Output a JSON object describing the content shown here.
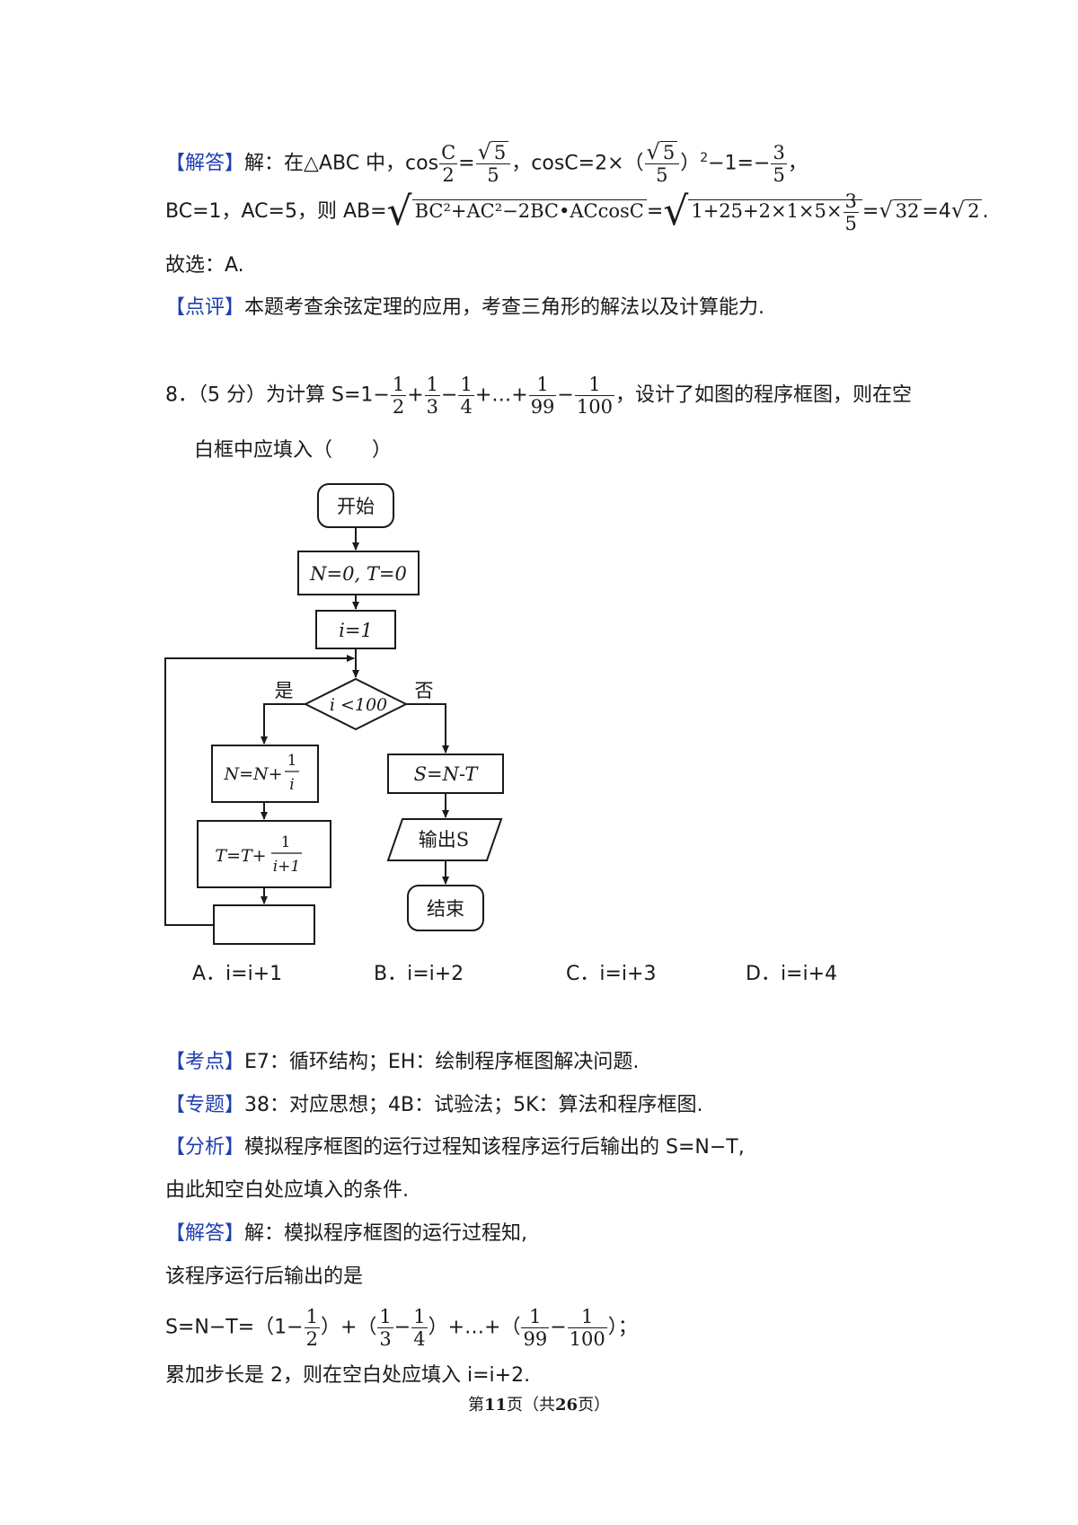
{
  "solution_prev": {
    "tag": "【解答】",
    "line1_a": "解：在△ABC 中，cos",
    "f1_num": "C",
    "f1_den": "2",
    "eq": "=",
    "sqrt5": "5",
    "f2_den": "5",
    "line1_b": "，cosC=2×（",
    "f3_den": "5",
    "line1_c": "）",
    "sq": "2",
    "line1_d": "−1=−",
    "f4_num": "3",
    "f4_den": "5",
    "line1_e": "，",
    "line2_a": "BC=1，AC=5，则 AB=",
    "rad1": "BC²+AC²−2BC•ACcosC",
    "eq2": "=",
    "rad2_a": "1+25+2×1×5×",
    "f5_num": "3",
    "f5_den": "5",
    "eq3": "=",
    "rad3": "32",
    "line2_b": "=4",
    "rad4": "2",
    "period": ".",
    "line3": "故选：A."
  },
  "comment_prev": {
    "tag": "【点评】",
    "text": "本题考查余弦定理的应用，考查三角形的解法以及计算能力."
  },
  "question8": {
    "text_a": "8．（5 分）为计算 S=1−",
    "f1": [
      "1",
      "2"
    ],
    "plus1": "+",
    "f2": [
      "1",
      "3"
    ],
    "minus1": "−",
    "f3": [
      "1",
      "4"
    ],
    "mid": "+…+",
    "f4": [
      "1",
      "99"
    ],
    "minus2": "−",
    "f5": [
      "1",
      "100"
    ],
    "text_b": "，设计了如图的程序框图，则在空",
    "text_c": "白框中应填入（　　）"
  },
  "flowchart": {
    "start": "开始",
    "init1": "N=0, T=0",
    "init2": "i=1",
    "cond": "i <100",
    "yes": "是",
    "no": "否",
    "stepN_a": "N=N+",
    "stepN_num": "1",
    "stepN_den": "i",
    "stepT_a": "T=T+",
    "stepT_num": "1",
    "stepT_den": "i+1",
    "assign": "S=N-T",
    "output": "输出S",
    "end": "结束"
  },
  "options": {
    "A": "A．i=i+1",
    "B": "B．i=i+2",
    "C": "C．i=i+3",
    "D": "D．i=i+4"
  },
  "kaodian": {
    "tag": "【考点】",
    "text": "E7：循环结构；EH：绘制程序框图解决问题."
  },
  "zhuanti": {
    "tag": "【专题】",
    "text": "38：对应思想；4B：试验法；5K：算法和程序框图."
  },
  "fenxi": {
    "tag": "【分析】",
    "text": "模拟程序框图的运行过程知该程序运行后输出的 S=N−T,",
    "text2": "由此知空白处应填入的条件."
  },
  "jieda": {
    "tag": "【解答】",
    "text1": "解：模拟程序框图的运行过程知,",
    "text2": "该程序运行后输出的是",
    "s_a": "S=N−T=（1−",
    "sf1": [
      "1",
      "2"
    ],
    "s_b": "）+（",
    "sf2": [
      "1",
      "3"
    ],
    "s_minus": "−",
    "sf3": [
      "1",
      "4"
    ],
    "s_c": "）+…+（",
    "sf4": [
      "1",
      "99"
    ],
    "s_minus2": "−",
    "sf5": [
      "1",
      "100"
    ],
    "s_d": "）；",
    "text4": "累加步长是 2，则在空白处应填入 i=i+2."
  },
  "footer": {
    "a": "第",
    "page": "11",
    "b": "页（共",
    "total": "26",
    "c": "页）"
  }
}
